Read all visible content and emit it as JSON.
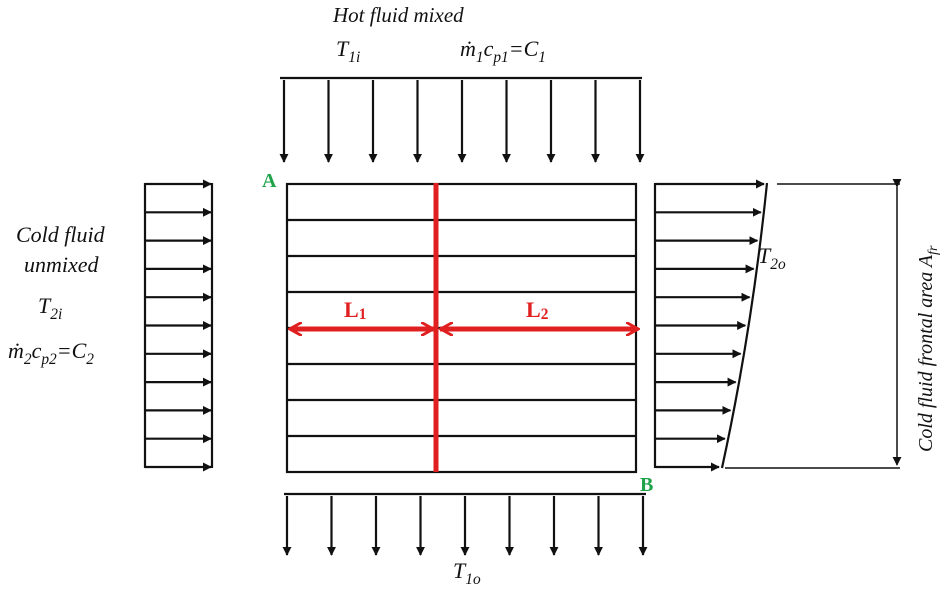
{
  "labels": {
    "hot_title": "Hot fluid mixed",
    "hot_inlet_temp": {
      "base": "T",
      "sub": "1i"
    },
    "hot_capacity": {
      "m": "ṁ",
      "m_sub": "1",
      "c": "c",
      "c_sub": "p1",
      "eq": "=C",
      "eq_sub": "1"
    },
    "cold_title_line1": "Cold fluid",
    "cold_title_line2": "unmixed",
    "cold_inlet_temp": {
      "base": "T",
      "sub": "2i"
    },
    "cold_capacity": {
      "m": "ṁ",
      "m_sub": "2",
      "c": "c",
      "c_sub": "p2",
      "eq": "=C",
      "eq_sub": "2"
    },
    "cold_outlet_temp": {
      "base": "T",
      "sub": "2o"
    },
    "hot_outlet_temp": {
      "base": "T",
      "sub": "1o"
    },
    "frontal_area": {
      "text": "Cold fluid frontal area A",
      "sub": "fr"
    },
    "corner_a": "A",
    "corner_b": "B",
    "length_1": {
      "base": "L",
      "sub": "1"
    },
    "length_2": {
      "base": "L",
      "sub": "2"
    }
  },
  "colors": {
    "line": "#111111",
    "accent": "#e02020",
    "corner": "#1ea34a"
  }
}
